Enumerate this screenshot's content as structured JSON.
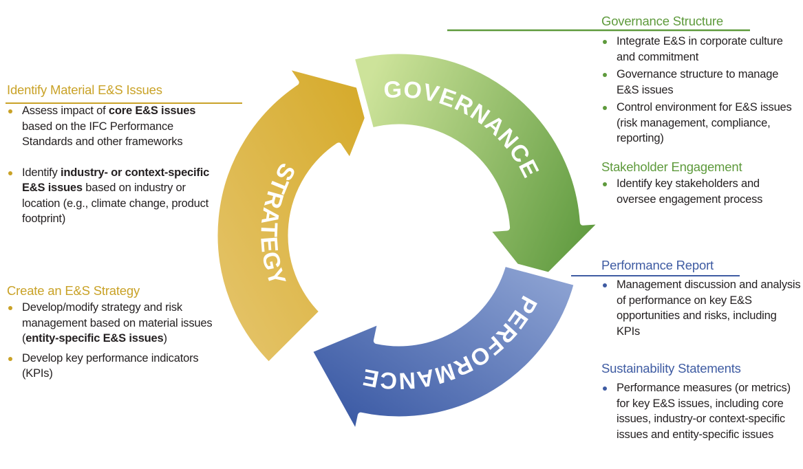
{
  "cycle": {
    "segments": [
      {
        "id": "strategy",
        "label": "STRATEGY",
        "color_start": "#e6c66f",
        "color_end": "#d4a825"
      },
      {
        "id": "governance",
        "label": "GOVERNANCE",
        "color_start": "#cde39a",
        "color_end": "#5f9a3f"
      },
      {
        "id": "performance",
        "label": "PERFORMANCE",
        "color_start": "#93a8d6",
        "color_end": "#31519f"
      }
    ]
  },
  "strategy": {
    "color": "#c9a227",
    "sections": [
      {
        "heading": "Identify Material E&S Issues",
        "items": [
          {
            "parts": [
              {
                "t": "Assess impact of ",
                "b": false
              },
              {
                "t": "core E&S issues",
                "b": true
              },
              {
                "t": " based on the IFC Performance Standards and other frameworks",
                "b": false
              }
            ]
          },
          {
            "parts": [
              {
                "t": "Identify ",
                "b": false
              },
              {
                "t": "industry- or context-specific E&S issues",
                "b": true
              },
              {
                "t": " based on industry or location (e.g., climate change, product footprint)",
                "b": false
              }
            ]
          }
        ]
      },
      {
        "heading": "Create an E&S Strategy",
        "items": [
          {
            "parts": [
              {
                "t": "Develop/modify strategy and risk management based on material issues (",
                "b": false
              },
              {
                "t": "entity-specific E&S issues",
                "b": true
              },
              {
                "t": ")",
                "b": false
              }
            ]
          },
          {
            "parts": [
              {
                "t": "Develop key performance indicators (KPIs)",
                "b": false
              }
            ]
          }
        ]
      }
    ]
  },
  "governance": {
    "color": "#5e9a3c",
    "sections": [
      {
        "heading": "Governance Structure",
        "items": [
          {
            "parts": [
              {
                "t": "Integrate E&S in corporate culture and commitment",
                "b": false
              }
            ]
          },
          {
            "parts": [
              {
                "t": "Governance structure to manage E&S issues",
                "b": false
              }
            ]
          },
          {
            "parts": [
              {
                "t": "Control environment for E&S issues (risk management, compliance, reporting)",
                "b": false
              }
            ]
          }
        ]
      },
      {
        "heading": "Stakeholder Engagement",
        "items": [
          {
            "parts": [
              {
                "t": "Identify key stakeholders and oversee engagement process",
                "b": false
              }
            ]
          }
        ]
      }
    ]
  },
  "performance": {
    "color": "#3e5ba2",
    "sections": [
      {
        "heading": "Performance Report",
        "items": [
          {
            "parts": [
              {
                "t": "Management discussion and analysis of performance on key E&S opportunities and risks, including KPIs",
                "b": false
              }
            ]
          }
        ]
      },
      {
        "heading": "Sustainability Statements",
        "items": [
          {
            "parts": [
              {
                "t": "Performance measures (or metrics) for key E&S issues, including core issues, industry-or context-specific issues and entity-specific issues",
                "b": false
              }
            ]
          }
        ]
      }
    ]
  }
}
